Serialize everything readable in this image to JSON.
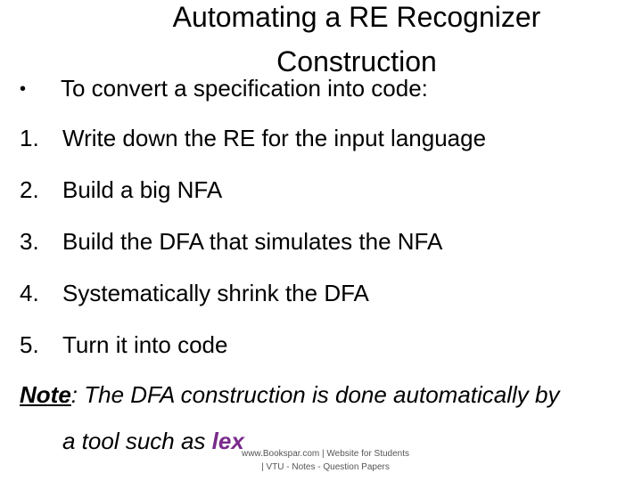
{
  "title": {
    "line1": "Automating a RE Recognizer",
    "line2": "Construction"
  },
  "bullet": {
    "marker": "•",
    "text": "To convert a specification into code:"
  },
  "steps": [
    {
      "num": "1.",
      "text": "Write down the RE for the input language"
    },
    {
      "num": "2.",
      "text": "Build a big NFA"
    },
    {
      "num": "3.",
      "text": "Build the DFA that simulates the NFA"
    },
    {
      "num": "4.",
      "text": "Systematically shrink the DFA"
    },
    {
      "num": "5.",
      "text": "Turn it into code"
    }
  ],
  "note": {
    "label": "Note",
    "text_line1": ": The DFA construction is done automatically by",
    "text_line2": "a tool such as ",
    "highlight": "lex",
    "highlight_color": "#7a2a8c"
  },
  "watermark": {
    "line1": "www.Bookspar.com | Website for Students",
    "line2": "| VTU - Notes - Question Papers"
  }
}
